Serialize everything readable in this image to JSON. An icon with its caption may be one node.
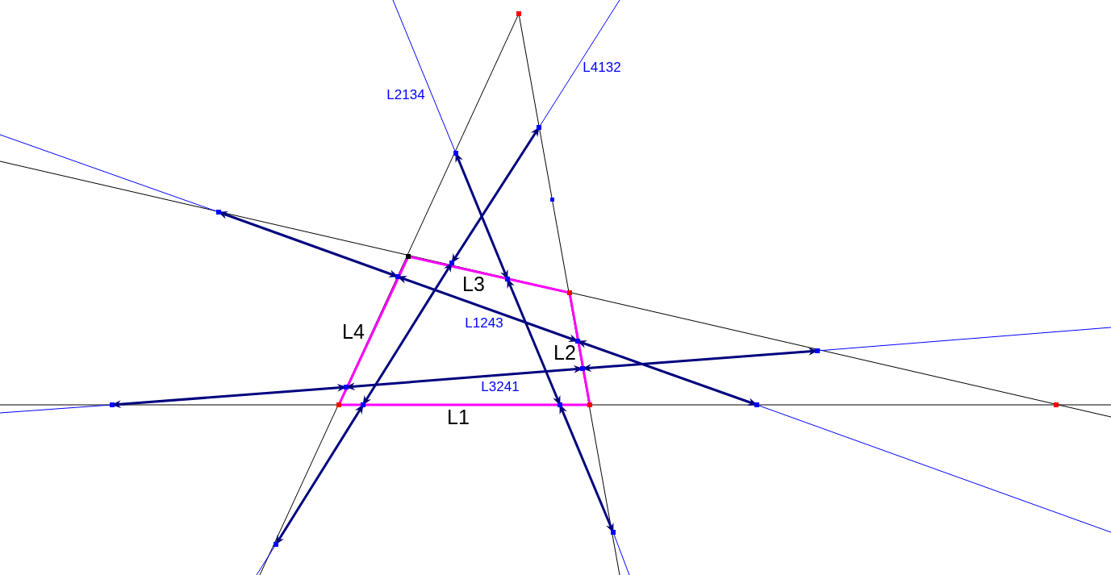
{
  "diagram": {
    "labels": [
      "L2134",
      "L4132",
      "L3",
      "L4",
      "L1243",
      "L2",
      "L3241",
      "L1"
    ]
  }
}
